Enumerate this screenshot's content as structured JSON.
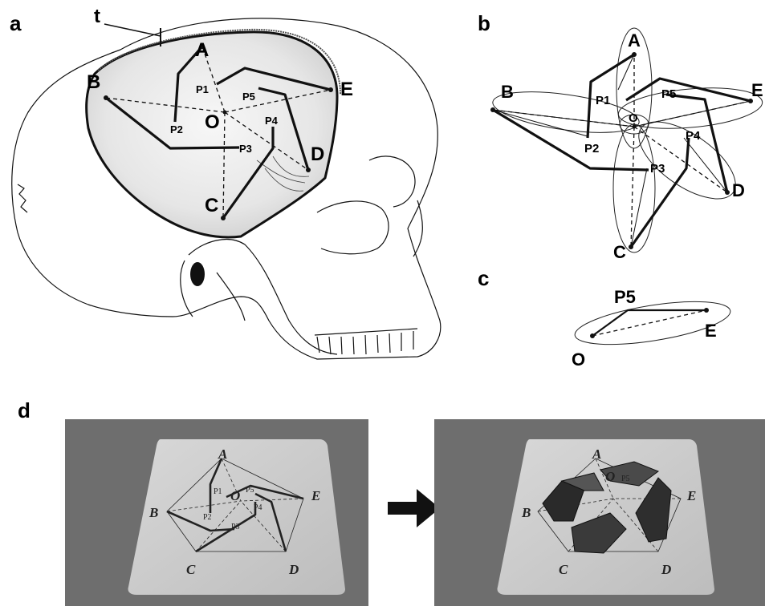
{
  "panels": {
    "a": {
      "letter": "a",
      "labels": {
        "t": "t",
        "A": "A",
        "B": "B",
        "C": "C",
        "D": "D",
        "E": "E",
        "O": "O",
        "P1": "P1",
        "P2": "P2",
        "P3": "P3",
        "P4": "P4",
        "P5": "P5"
      }
    },
    "b": {
      "letter": "b",
      "labels": {
        "A": "A",
        "B": "B",
        "C": "C",
        "D": "D",
        "E": "E",
        "O": "O",
        "P1": "P1",
        "P2": "P2",
        "P3": "P3",
        "P4": "P4",
        "P5": "P5"
      }
    },
    "c": {
      "letter": "c",
      "labels": {
        "P5": "P5",
        "E": "E",
        "O": "O"
      }
    },
    "d": {
      "letter": "d",
      "left_labels": {
        "A": "A",
        "B": "B",
        "C": "C",
        "D": "D",
        "E": "E",
        "O": "O",
        "P1": "P1",
        "P2": "P2",
        "P3": "P3",
        "P4": "P4",
        "P5": "P5"
      },
      "right_labels": {
        "A": "A",
        "B": "B",
        "C": "C",
        "D": "D",
        "E": "E",
        "O": "O",
        "P5": "P5"
      }
    }
  },
  "colors": {
    "stroke": "#111111",
    "bone_fill": "#e9e9e9",
    "backdrop": "#6e6e6e",
    "sheet": "#cfcfcf",
    "fold_dark": "#2a2a2a"
  },
  "icons": {
    "transition": "right-arrow-icon"
  }
}
